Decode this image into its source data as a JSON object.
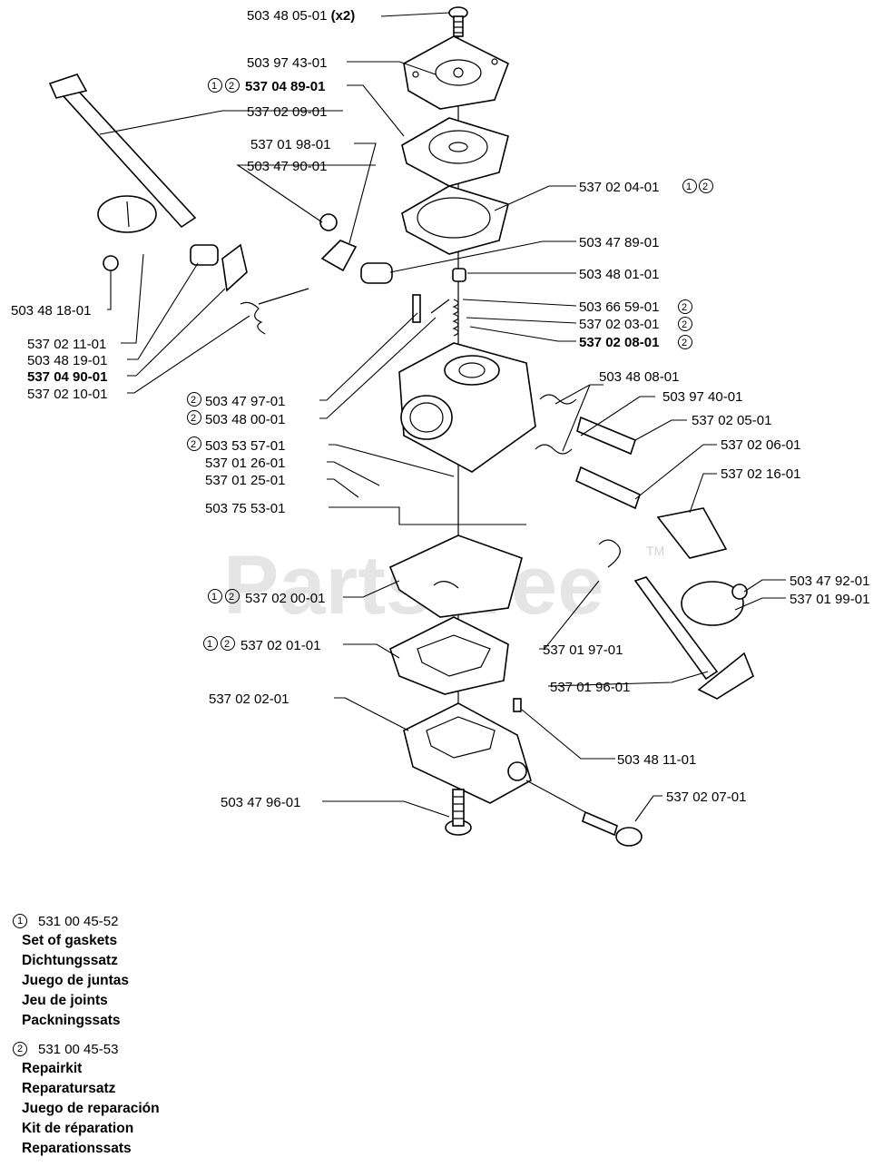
{
  "watermark": {
    "text": "PartsTree",
    "tm": "TM"
  },
  "callouts": [
    {
      "id": "c01",
      "text": "503 48 05-01",
      "suffix": "(x2)",
      "markers": [],
      "bold": false
    },
    {
      "id": "c02",
      "text": "503 97 43-01",
      "markers": [],
      "bold": false
    },
    {
      "id": "c03",
      "text": "537 04 89-01",
      "markers": [
        "1",
        "2"
      ],
      "bold": true
    },
    {
      "id": "c04",
      "text": "537 02 09-01",
      "markers": [],
      "bold": false
    },
    {
      "id": "c05",
      "text": "537 01 98-01",
      "markers": [],
      "bold": false
    },
    {
      "id": "c06",
      "text": "503 47 90-01",
      "markers": [],
      "bold": false
    },
    {
      "id": "c07",
      "text": "537 02 04-01",
      "markers": [
        "1",
        "2"
      ],
      "bold": false
    },
    {
      "id": "c08",
      "text": "503 47 89-01",
      "markers": [],
      "bold": false
    },
    {
      "id": "c09",
      "text": "503 48 01-01",
      "markers": [],
      "bold": false
    },
    {
      "id": "c10",
      "text": "503 66 59-01",
      "markers": [
        "2"
      ],
      "bold": false
    },
    {
      "id": "c11",
      "text": "537 02 03-01",
      "markers": [
        "2"
      ],
      "bold": false
    },
    {
      "id": "c12",
      "text": "537 02 08-01",
      "markers": [
        "2"
      ],
      "bold": true
    },
    {
      "id": "c13",
      "text": "503 48 18-01",
      "markers": [],
      "bold": false
    },
    {
      "id": "c14",
      "text": "537 02 11-01",
      "markers": [],
      "bold": false
    },
    {
      "id": "c15",
      "text": "503 48 19-01",
      "markers": [],
      "bold": false
    },
    {
      "id": "c16",
      "text": "537 04 90-01",
      "markers": [],
      "bold": true
    },
    {
      "id": "c17",
      "text": "537 02 10-01",
      "markers": [],
      "bold": false
    },
    {
      "id": "c18",
      "text": "503 47 97-01",
      "markers": [
        "2"
      ],
      "bold": false
    },
    {
      "id": "c19",
      "text": "503 48 00-01",
      "markers": [
        "2"
      ],
      "bold": false
    },
    {
      "id": "c20",
      "text": "503 48 08-01",
      "markers": [],
      "bold": false
    },
    {
      "id": "c21",
      "text": "503 97 40-01",
      "markers": [],
      "bold": false
    },
    {
      "id": "c22",
      "text": "537 02 05-01",
      "markers": [],
      "bold": false
    },
    {
      "id": "c23",
      "text": "537 02 06-01",
      "markers": [],
      "bold": false
    },
    {
      "id": "c24",
      "text": "537 02 16-01",
      "markers": [],
      "bold": false
    },
    {
      "id": "c25",
      "text": "503 53 57-01",
      "markers": [
        "2"
      ],
      "bold": false
    },
    {
      "id": "c26",
      "text": "537 01 26-01",
      "markers": [],
      "bold": false
    },
    {
      "id": "c27",
      "text": "537 01 25-01",
      "markers": [],
      "bold": false
    },
    {
      "id": "c28",
      "text": "503 75 53-01",
      "markers": [],
      "bold": false
    },
    {
      "id": "c29",
      "text": "537 02 00-01",
      "markers": [
        "1",
        "2"
      ],
      "bold": false
    },
    {
      "id": "c30",
      "text": "503 47 92-01",
      "markers": [],
      "bold": false
    },
    {
      "id": "c31",
      "text": "537 01 99-01",
      "markers": [],
      "bold": false
    },
    {
      "id": "c32",
      "text": "537 02 01-01",
      "markers": [
        "1",
        "2"
      ],
      "bold": false
    },
    {
      "id": "c33",
      "text": "537 01 97-01",
      "markers": [],
      "bold": false
    },
    {
      "id": "c34",
      "text": "537 01 96-01",
      "markers": [],
      "bold": false
    },
    {
      "id": "c35",
      "text": "537 02 02-01",
      "markers": [],
      "bold": false
    },
    {
      "id": "c36",
      "text": "503 48 11-01",
      "markers": [],
      "bold": false
    },
    {
      "id": "c37",
      "text": "503 47 96-01",
      "markers": [],
      "bold": false
    },
    {
      "id": "c38",
      "text": "537 02 07-01",
      "markers": [],
      "bold": false
    }
  ],
  "kits": [
    {
      "marker": "1",
      "part_number": "531 00 45-52",
      "names": [
        "Set of gaskets",
        "Dichtungssatz",
        "Juego de juntas",
        "Jeu de joints",
        "Packningssats"
      ]
    },
    {
      "marker": "2",
      "part_number": "531 00 45-53",
      "names": [
        "Repairkit",
        "Reparatursatz",
        "Juego de reparación",
        "Kit de réparation",
        "Reparationssats"
      ]
    }
  ]
}
